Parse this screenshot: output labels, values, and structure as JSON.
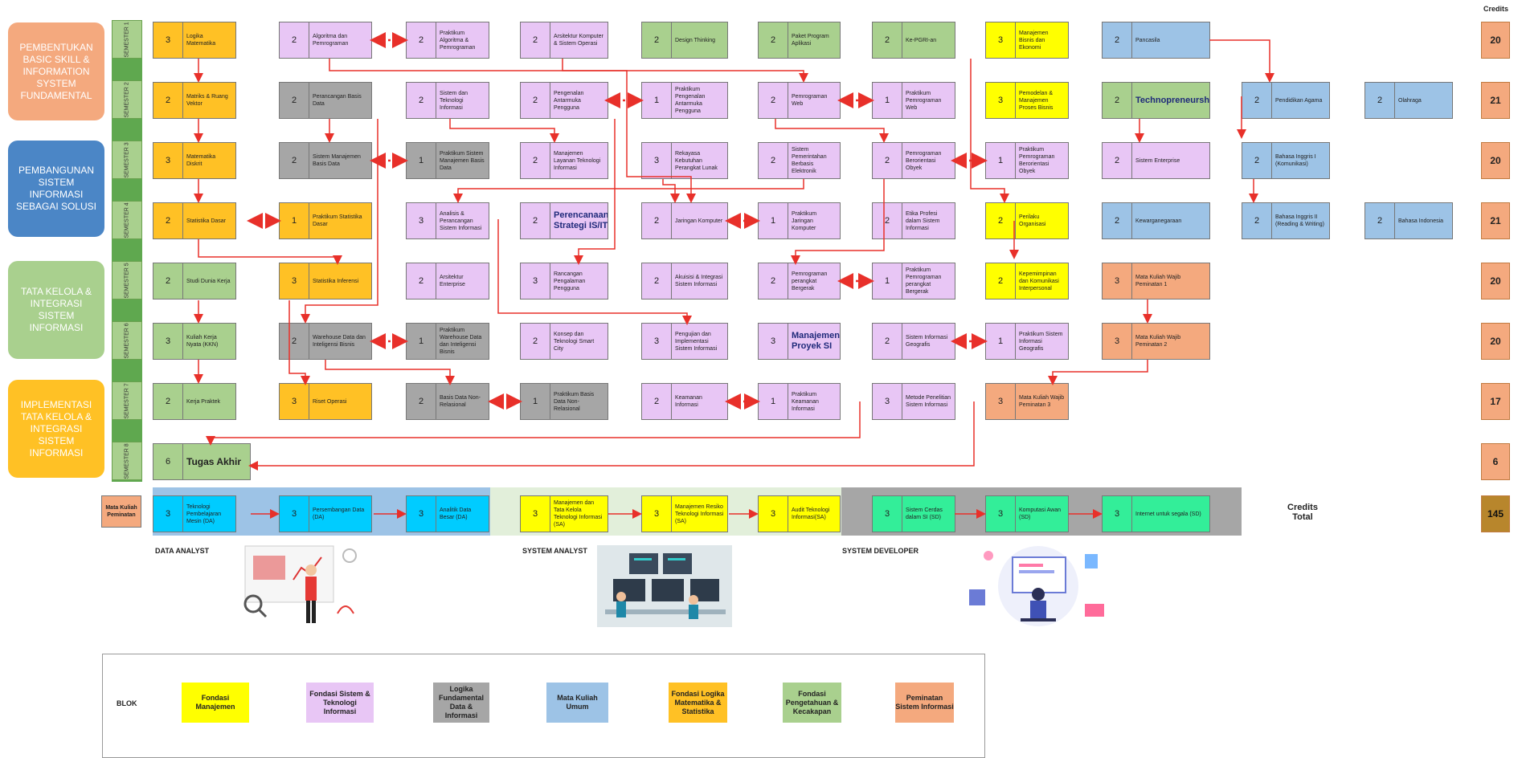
{
  "header": {
    "credits_title": "Credits"
  },
  "phases": [
    "PEMBENTUKAN BASIC SKILL & INFORMATION SYSTEM FUNDAMENTAL",
    "PEMBANGUNAN SISTEM INFORMASI SEBAGAI SOLUSI",
    "TATA KELOLA & INTEGRASI SISTEM INFORMASI",
    "IMPLEMENTASI TATA KELOLA & INTEGRASI SISTEM INFORMASI"
  ],
  "semesters": [
    "SEMESTER 1",
    "SEMESTER 2",
    "SEMESTER 3",
    "SEMESTER 4",
    "SEMESTER 5",
    "SEMESTER 6",
    "SEMESTER 7",
    "SEMESTER 8"
  ],
  "semester_credits": [
    "20",
    "21",
    "20",
    "21",
    "20",
    "20",
    "17",
    "6"
  ],
  "colors": {
    "orange": "#ffc125",
    "purple": "#e8c6f5",
    "gray": "#a6a6a6",
    "blue": "#9dc3e6",
    "yellow": "#ffff00",
    "green": "#a9d08e",
    "salmon": "#f4a97e",
    "cyan": "#00ccff",
    "mint": "#33ee99",
    "arrow": "#e8302a"
  },
  "courses": [
    {
      "cr": "3",
      "name": "Logika Matematika",
      "color": "orange"
    },
    {
      "cr": "2",
      "name": "Algoritma dan Pemrograman",
      "color": "purple"
    },
    {
      "cr": "2",
      "name": "Praktikum Algoritma & Pemrograman",
      "color": "purple"
    },
    {
      "cr": "2",
      "name": "Arsitektur Komputer & Sistem Operasi",
      "color": "purple"
    },
    {
      "cr": "2",
      "name": "Design Thinking",
      "color": "green"
    },
    {
      "cr": "2",
      "name": "Paket Program Aplikasi",
      "color": "green"
    },
    {
      "cr": "2",
      "name": "Ke-PGRI-an",
      "color": "green"
    },
    {
      "cr": "3",
      "name": "Manajemen Bisnis dan Ekonomi",
      "color": "yellow"
    },
    {
      "cr": "2",
      "name": "Pancasila",
      "color": "blue"
    },
    {
      "cr": "2",
      "name": "Matriks & Ruang Vektor",
      "color": "orange"
    },
    {
      "cr": "2",
      "name": "Perancangan Basis Data",
      "color": "gray"
    },
    {
      "cr": "2",
      "name": "Sistem dan Teknologi Informasi",
      "color": "purple"
    },
    {
      "cr": "2",
      "name": "Pengenalan Antarmuka Pengguna",
      "color": "purple"
    },
    {
      "cr": "1",
      "name": "Praktikum Pengenalan Antarmuka Pengguna",
      "color": "purple"
    },
    {
      "cr": "2",
      "name": "Pemrograman Web",
      "color": "purple"
    },
    {
      "cr": "1",
      "name": "Praktikum Pemrograman Web",
      "color": "purple"
    },
    {
      "cr": "3",
      "name": "Pemodelan & Manajemen Proses Bisnis",
      "color": "yellow"
    },
    {
      "cr": "2",
      "name": "Technopreneurship",
      "color": "green"
    },
    {
      "cr": "2",
      "name": "Pendidikan Agama",
      "color": "blue"
    },
    {
      "cr": "2",
      "name": "Olahraga",
      "color": "blue"
    },
    {
      "cr": "3",
      "name": "Matematika Diskrit",
      "color": "orange"
    },
    {
      "cr": "2",
      "name": "Sistem Manajemen Basis Data",
      "color": "gray"
    },
    {
      "cr": "1",
      "name": "Praktikum Sistem Manajemen Basis Data",
      "color": "gray"
    },
    {
      "cr": "2",
      "name": "Manajemen Layanan Teknologi Informasi",
      "color": "purple"
    },
    {
      "cr": "3",
      "name": "Rekayasa Kebutuhan Perangkat Lunak",
      "color": "purple"
    },
    {
      "cr": "2",
      "name": "Sistem Pemerintahan Berbasis Elektronik",
      "color": "purple"
    },
    {
      "cr": "2",
      "name": "Pemrograman Berorientasi Obyek",
      "color": "purple"
    },
    {
      "cr": "1",
      "name": "Praktikum Pemrograman Berorientasi Obyek",
      "color": "purple"
    },
    {
      "cr": "2",
      "name": "Sistem Enterprise",
      "color": "purple"
    },
    {
      "cr": "2",
      "name": "Bahasa Inggris I (Komunikasi)",
      "color": "blue"
    },
    {
      "cr": "2",
      "name": "Statistika Dasar",
      "color": "orange"
    },
    {
      "cr": "1",
      "name": "Praktikum Statistika Dasar",
      "color": "orange"
    },
    {
      "cr": "3",
      "name": "Analisis & Perancangan Sistem Informasi",
      "color": "purple"
    },
    {
      "cr": "2",
      "name": "Perencanaan Strategi IS/IT",
      "color": "purple"
    },
    {
      "cr": "2",
      "name": "Jaringan Komputer",
      "color": "purple"
    },
    {
      "cr": "1",
      "name": "Praktikum Jaringan Komputer",
      "color": "purple"
    },
    {
      "cr": "2",
      "name": "Etika Profesi dalam Sistem Informasi",
      "color": "purple"
    },
    {
      "cr": "2",
      "name": "Perilaku Organisasi",
      "color": "yellow"
    },
    {
      "cr": "2",
      "name": "Kewarganegaraan",
      "color": "blue"
    },
    {
      "cr": "2",
      "name": "Bahasa Inggris II (Reading & Writing)",
      "color": "blue"
    },
    {
      "cr": "2",
      "name": "Bahasa Indonesia",
      "color": "blue"
    },
    {
      "cr": "2",
      "name": "Studi Dunia Kerja",
      "color": "green"
    },
    {
      "cr": "3",
      "name": "Statistika Inferensi",
      "color": "orange"
    },
    {
      "cr": "2",
      "name": "Arsitektur Enterprise",
      "color": "purple"
    },
    {
      "cr": "3",
      "name": "Rancangan Pengalaman Pengguna",
      "color": "purple"
    },
    {
      "cr": "2",
      "name": "Akuisisi & Integrasi Sistem Informasi",
      "color": "purple"
    },
    {
      "cr": "2",
      "name": "Pemrograman perangkat Bergerak",
      "color": "purple"
    },
    {
      "cr": "1",
      "name": "Praktikum Pemrograman perangkat Bergerak",
      "color": "purple"
    },
    {
      "cr": "2",
      "name": "Kepemimpinan dan Komunikasi Interpersonal",
      "color": "yellow"
    },
    {
      "cr": "3",
      "name": "Mata Kuliah Wajib Peminatan 1",
      "color": "salmon"
    },
    {
      "cr": "3",
      "name": "Kuliah Kerja Nyata (KKN)",
      "color": "green"
    },
    {
      "cr": "2",
      "name": "Warehouse Data dan Inteligensi Bisnis",
      "color": "gray"
    },
    {
      "cr": "1",
      "name": "Praktikum Warehouse Data dan Inteligensi Bisnis",
      "color": "gray"
    },
    {
      "cr": "2",
      "name": "Konsep dan Teknologi Smart City",
      "color": "purple"
    },
    {
      "cr": "3",
      "name": "Pengujian dan Implementasi Sistem Informasi",
      "color": "purple"
    },
    {
      "cr": "3",
      "name": "Manajemen Proyek SI",
      "color": "purple"
    },
    {
      "cr": "2",
      "name": "Sistem Informasi Geografis",
      "color": "purple"
    },
    {
      "cr": "1",
      "name": "Praktikum Sistem Informasi Geografis",
      "color": "purple"
    },
    {
      "cr": "3",
      "name": "Mata Kuliah Wajib Peminatan 2",
      "color": "salmon"
    },
    {
      "cr": "2",
      "name": "Kerja Praktek",
      "color": "green"
    },
    {
      "cr": "3",
      "name": "Riset Operasi",
      "color": "orange"
    },
    {
      "cr": "2",
      "name": "Basis Data Non-Relasional",
      "color": "gray"
    },
    {
      "cr": "1",
      "name": "Praktikum Basis Data Non-Relasional",
      "color": "gray"
    },
    {
      "cr": "2",
      "name": "Keamanan Informasi",
      "color": "purple"
    },
    {
      "cr": "1",
      "name": "Praktikum Keamanan Informasi",
      "color": "purple"
    },
    {
      "cr": "3",
      "name": "Metode Penelitian Sistem Informasi",
      "color": "purple"
    },
    {
      "cr": "3",
      "name": "Mata Kuliah Wajib Peminatan 3",
      "color": "salmon"
    },
    {
      "cr": "6",
      "name": "Tugas Akhir",
      "color": "green"
    },
    {
      "cr": "3",
      "name": "Teknologi Pembelajaran Mesin (DA)",
      "color": "cyan"
    },
    {
      "cr": "3",
      "name": "Persembangan Data (DA)",
      "color": "cyan"
    },
    {
      "cr": "3",
      "name": "Analitik Data Besar (DA)",
      "color": "cyan"
    },
    {
      "cr": "3",
      "name": "Manajemen dan Tata Kelola Teknologi Informasi (SA)",
      "color": "yellow"
    },
    {
      "cr": "3",
      "name": "Manajemen Resiko Teknologi Informasi (SA)",
      "color": "yellow"
    },
    {
      "cr": "3",
      "name": "Audit Teknologi Informasi(SA)",
      "color": "yellow"
    },
    {
      "cr": "3",
      "name": "Sistem Cerdas dalam SI (SD)",
      "color": "mint"
    },
    {
      "cr": "3",
      "name": "Komputasi Awan (SD)",
      "color": "mint"
    },
    {
      "cr": "3",
      "name": "Internet untuk segala (SD)",
      "color": "mint"
    }
  ],
  "peminatan_label": "Mata Kuliah Peminatan",
  "credits_total_label": "Credits Total",
  "credits_total_value": "145",
  "tracks": [
    "DATA ANALYST",
    "SYSTEM ANALYST",
    "SYSTEM DEVELOPER"
  ],
  "legend": {
    "title": "BLOK",
    "items": [
      {
        "label": "Fondasi Manajemen",
        "color": "#ffff00"
      },
      {
        "label": "Fondasi Sistem & Teknologi Informasi",
        "color": "#e8c6f5"
      },
      {
        "label": "Logika Fundamental Data & Informasi",
        "color": "#a6a6a6"
      },
      {
        "label": "Mata Kuliah Umum",
        "color": "#9dc3e6"
      },
      {
        "label": "Fondasi Logika Matematika & Statistika",
        "color": "#ffc125"
      },
      {
        "label": "Fondasi Pengetahuan & Kecakapan",
        "color": "#a9d08e"
      },
      {
        "label": "Peminatan Sistem Informasi",
        "color": "#f4a97e"
      }
    ]
  }
}
